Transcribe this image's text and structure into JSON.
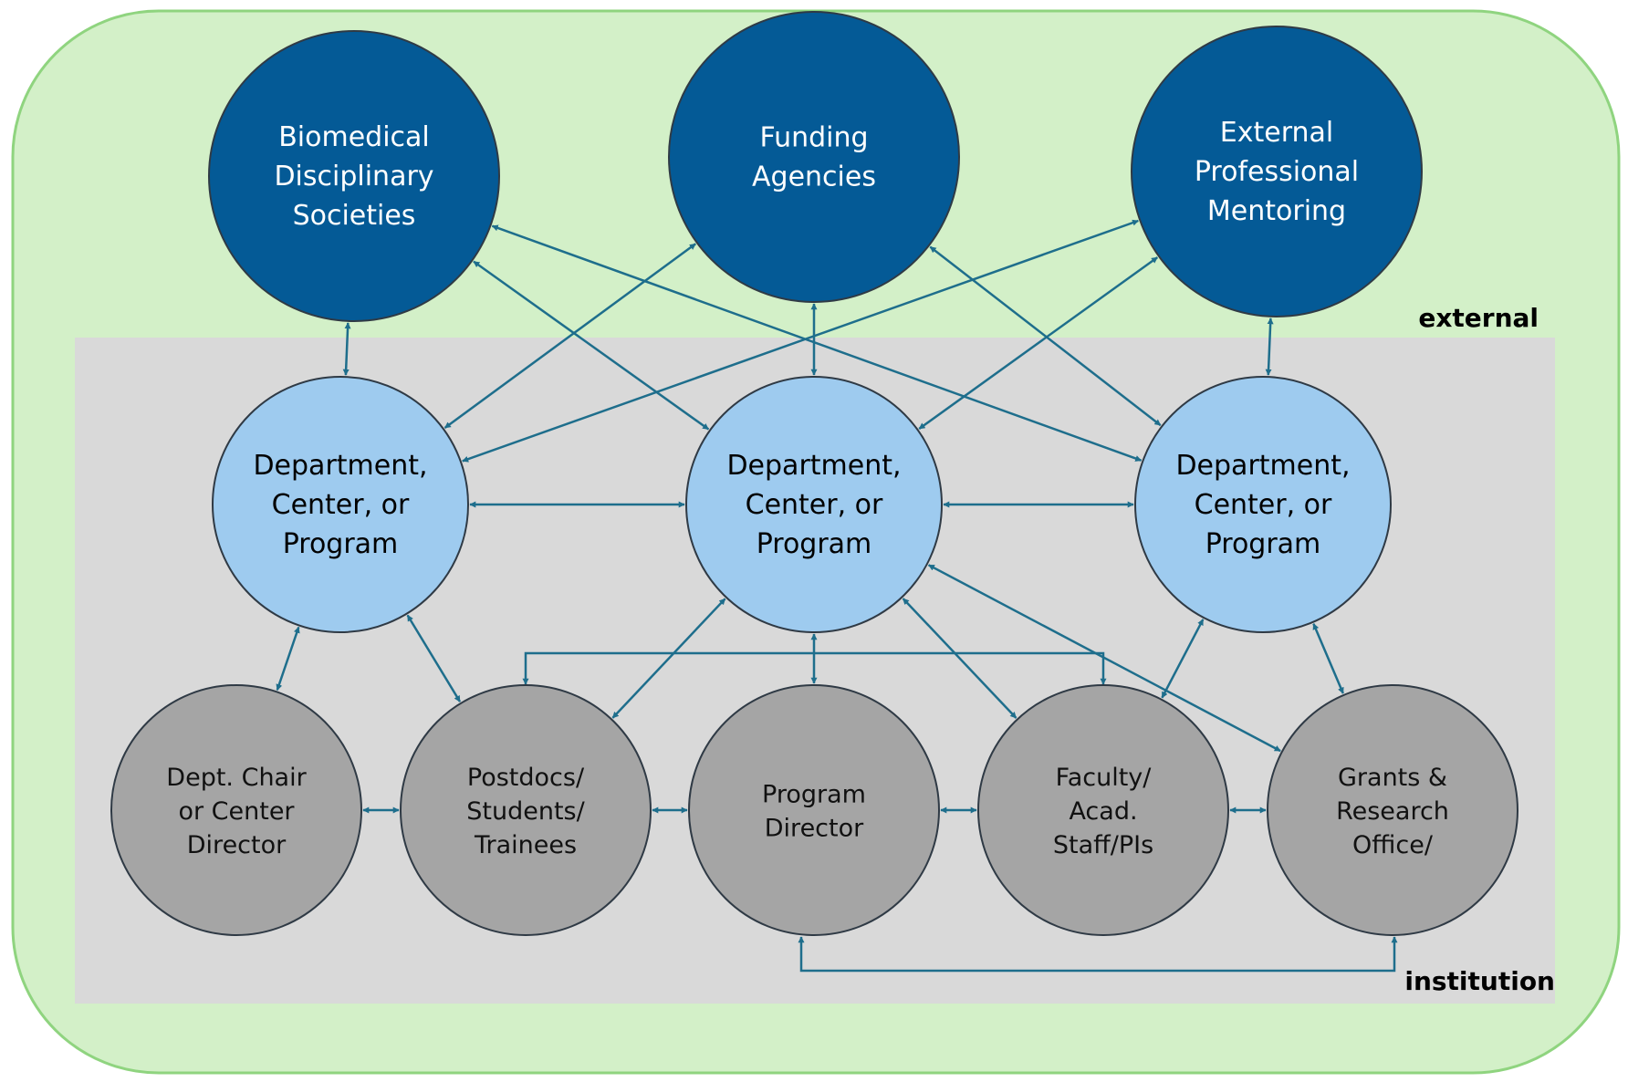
{
  "regions": {
    "external_label": "external",
    "institution_label": "institution"
  },
  "colors": {
    "external_region": "#d3f0c8",
    "external_border": "#8fd47f",
    "institution_region": "#d9d9d9",
    "external_node": "#045a96",
    "department_node": "#9ecbef",
    "role_node": "#a5a5a5",
    "node_border": "#2f3a45",
    "arrow": "#1e6e8c"
  },
  "nodes": {
    "societies": {
      "lines": [
        "Biomedical",
        "Disciplinary",
        "Societies"
      ]
    },
    "funding": {
      "lines": [
        "Funding",
        "Agencies"
      ]
    },
    "mentoring": {
      "lines": [
        "External",
        "Professional",
        "Mentoring"
      ]
    },
    "dept_left": {
      "lines": [
        "Department,",
        "Center, or",
        "Program"
      ]
    },
    "dept_center": {
      "lines": [
        "Department,",
        "Center, or",
        "Program"
      ]
    },
    "dept_right": {
      "lines": [
        "Department,",
        "Center, or",
        "Program"
      ]
    },
    "chair": {
      "lines": [
        "Dept. Chair",
        "or Center",
        "Director"
      ]
    },
    "postdocs": {
      "lines": [
        "Postdocs/",
        "Students/",
        "Trainees"
      ]
    },
    "program_director": {
      "lines": [
        "Program",
        "Director"
      ]
    },
    "faculty": {
      "lines": [
        "Faculty/",
        "Acad.",
        "Staff/PIs"
      ]
    },
    "grants": {
      "lines": [
        "Grants &",
        "Research",
        "Office/"
      ]
    }
  }
}
